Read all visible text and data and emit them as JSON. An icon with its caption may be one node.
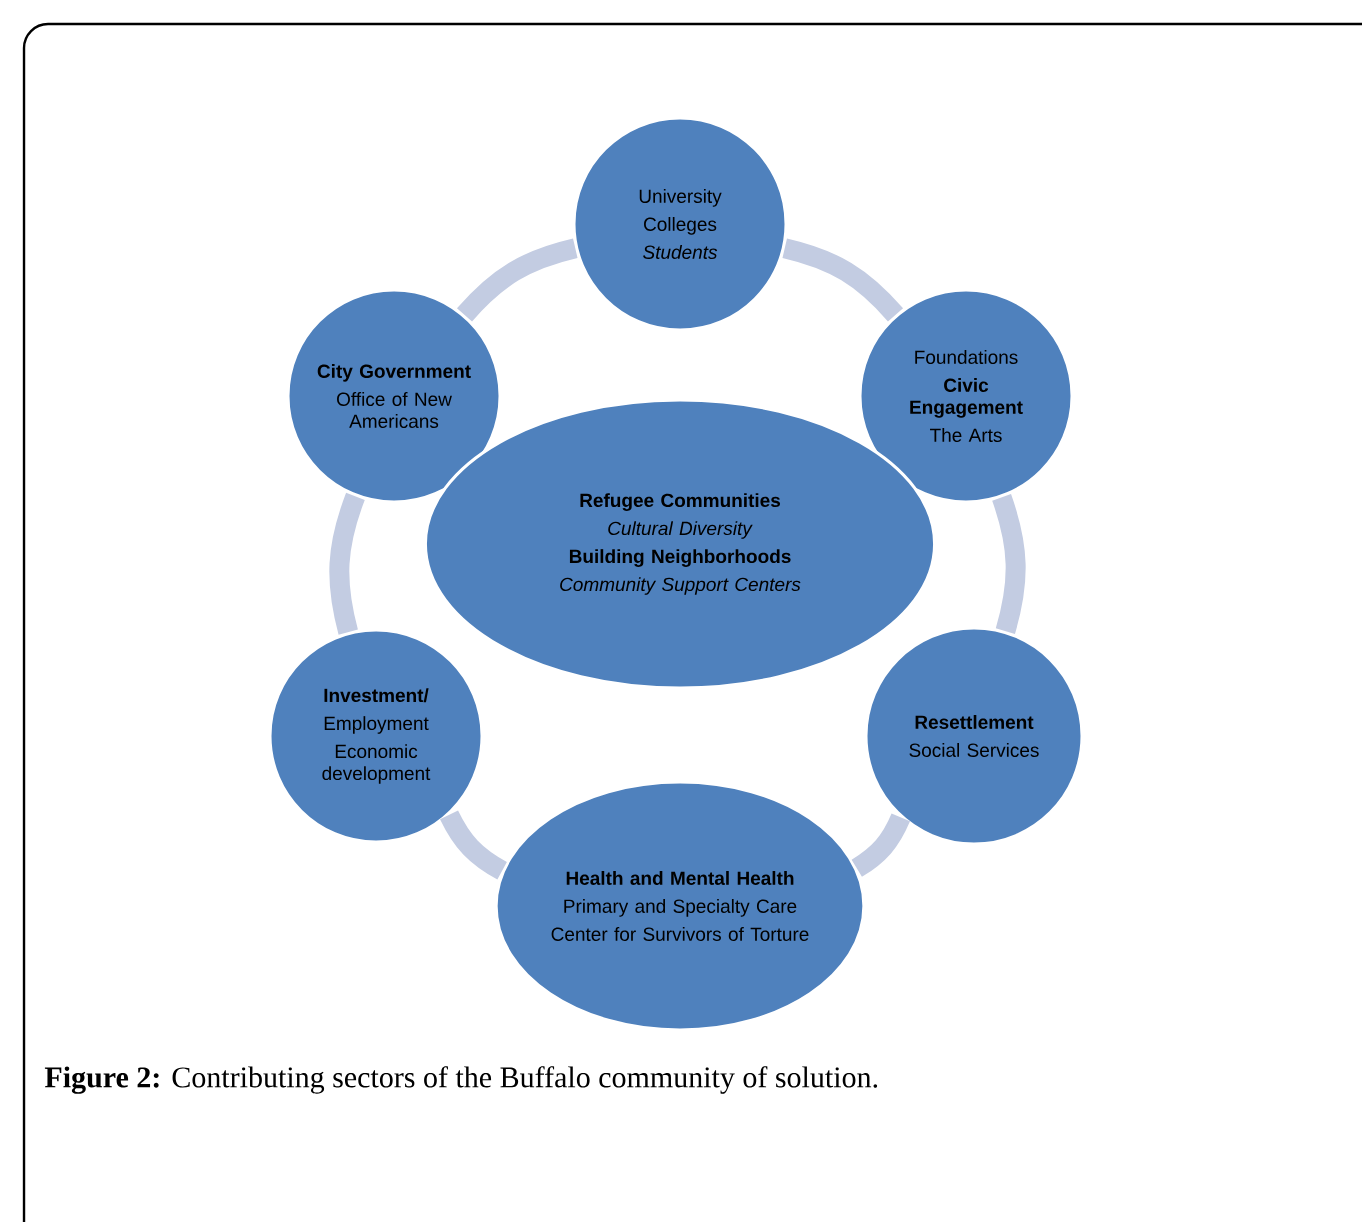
{
  "diagram": {
    "caption": "**Figure 2:** Contributing sectors of the Buffalo community of solution.",
    "nodes": [
      {
        "text": [
          "University",
          "Colleges",
          "*Students*"
        ]
      },
      {
        "text": [
          "**City Government**",
          "Office of New Americans"
        ]
      },
      {
        "text": [
          "Foundations",
          "**Civic Engagement**",
          "The Arts"
        ]
      },
      {
        "text": [
          "**Refugee Communities**",
          "*Cultural Diversity*",
          "**Building Neighborhoods**",
          "*Community Support Centers*"
        ]
      },
      {
        "text": [
          "**Investment/**",
          "Employment",
          "Economic development"
        ]
      },
      {
        "text": [
          "**Resettlement**",
          "Social Services"
        ]
      },
      {
        "text": [
          "**Health and Mental Health**",
          "Primary and Specialty Care",
          "Center for Survivors of Torture"
        ]
      }
    ],
    "edges": [
      {
        "from": 0,
        "to": 2,
        "arrow": "none"
      },
      {
        "from": 2,
        "to": 5,
        "arrow": "none"
      },
      {
        "from": 5,
        "to": 6,
        "arrow": "none"
      },
      {
        "from": 6,
        "to": 4,
        "arrow": "none"
      },
      {
        "from": 4,
        "to": 1,
        "arrow": "none"
      },
      {
        "from": 1,
        "to": 0,
        "arrow": "none"
      }
    ]
  }
}
